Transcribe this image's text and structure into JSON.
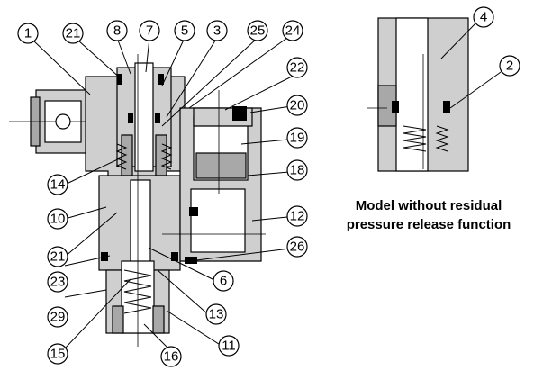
{
  "callouts": {
    "c1": "1",
    "c2": "2",
    "c3": "3",
    "c4": "4",
    "c5": "5",
    "c6": "6",
    "c7": "7",
    "c8": "8",
    "c10": "10",
    "c11": "11",
    "c12": "12",
    "c13": "13",
    "c14": "14",
    "c15": "15",
    "c16": "16",
    "c18": "18",
    "c19": "19",
    "c20": "20",
    "c21a": "21",
    "c21b": "21",
    "c22": "22",
    "c23": "23",
    "c24": "24",
    "c25": "25",
    "c26": "26",
    "c29": "29"
  },
  "caption": {
    "line1": "Model without residual",
    "line2": "pressure release function"
  }
}
